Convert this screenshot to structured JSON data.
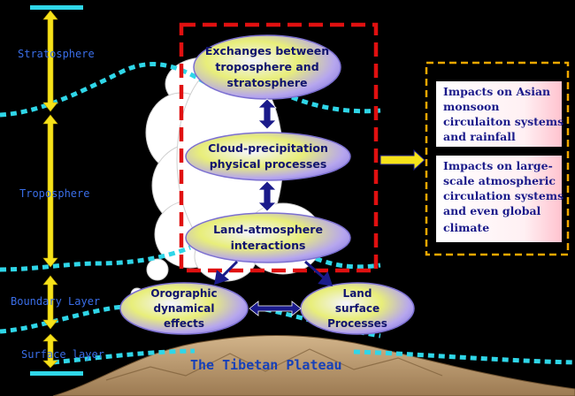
{
  "layers": {
    "stratosphere": "Stratosphere",
    "troposphere": "Troposphere",
    "boundary": "Boundary Layer",
    "surface": "Surface layer"
  },
  "ovals": {
    "exchange": [
      "Exchanges between",
      "troposphere and",
      "stratosphere"
    ],
    "cloud": [
      "Cloud-precipitation",
      "physical processes"
    ],
    "land_atm": [
      "Land-atmosphere",
      "interactions"
    ],
    "orographic": [
      "Orographic",
      "dynamical",
      "effects"
    ],
    "land_surface": [
      "Land",
      "surface",
      "Processes"
    ]
  },
  "impacts": {
    "asian": [
      "Impacts on Asian",
      "monsoon",
      "circulaiton systems",
      "and rainfall"
    ],
    "global": [
      "Impacts on large-",
      "scale atmospheric",
      "circulation systems",
      "and even global",
      "climate"
    ]
  },
  "plateau": "The Tibetan Plateau",
  "colors": {
    "background": "#000000",
    "tropopause": "#2fd6e8",
    "arrow": "#f6e21a",
    "dashed_box": "#e01010",
    "impact_border": "#f2a800"
  }
}
